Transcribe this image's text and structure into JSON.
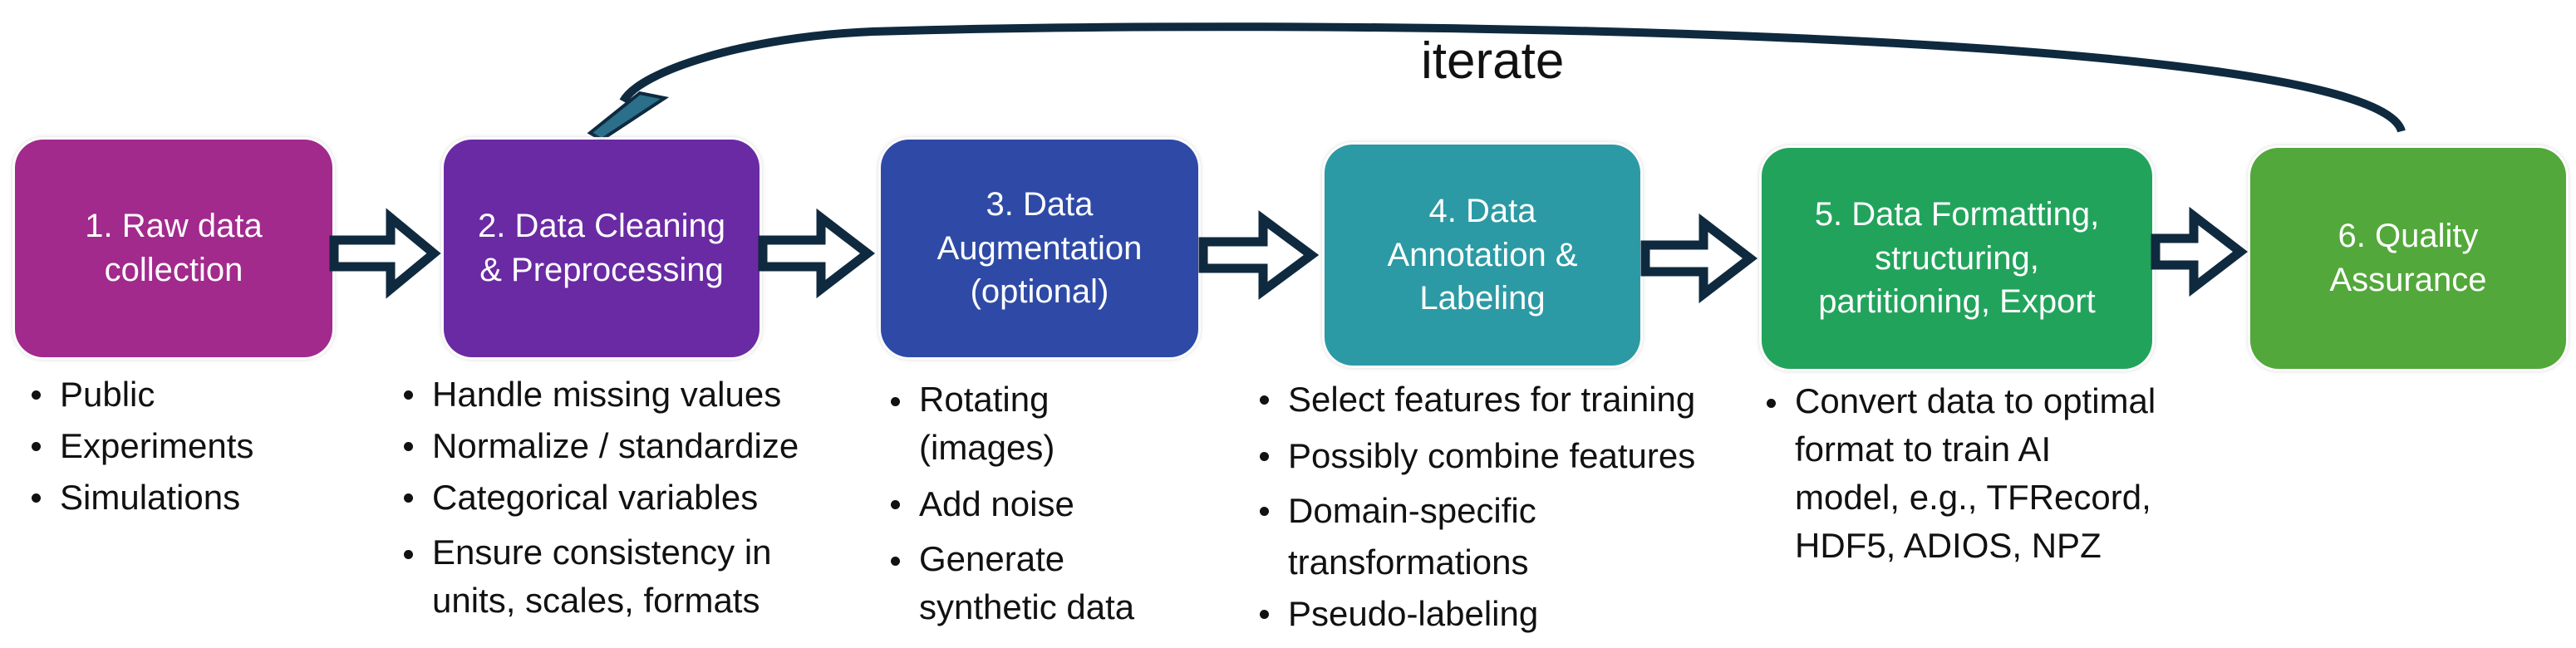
{
  "feedback_label": "iterate",
  "steps": [
    {
      "label": "1. Raw data\ncollection",
      "color": "#a12a8c"
    },
    {
      "label": "2. Data Cleaning\n& Preprocessing",
      "color": "#6a2aa3"
    },
    {
      "label": "3. Data\nAugmentation\n(optional)",
      "color": "#2e4aa6"
    },
    {
      "label": "4. Data\nAnnotation &\nLabeling",
      "color": "#2c9aa4"
    },
    {
      "label": "5. Data Formatting,\nstructuring,\npartitioning, Export",
      "color": "#22a35c"
    },
    {
      "label": "6. Quality\nAssurance",
      "color": "#52a83a"
    }
  ],
  "bullets": [
    [
      "Public",
      "Experiments",
      "Simulations"
    ],
    [
      "Handle missing values",
      "Normalize / standardize",
      "Categorical variables",
      "Ensure consistency in\nunits, scales, formats"
    ],
    [
      "Rotating\n(images)",
      "Add noise",
      "Generate\nsynthetic data"
    ],
    [
      "Select features for training",
      "Possibly combine features",
      "Domain-specific\ntransformations",
      "Pseudo-labeling"
    ],
    [
      "Convert data to optimal\nformat to train AI\nmodel, e.g., TFRecord,\nHDF5, ADIOS, NPZ"
    ]
  ],
  "colors": {
    "arrow_fill": "#ffffff",
    "arrow_stroke": "#0f2a3f",
    "feedback_arrow": "#0f2a3f",
    "text": "#111111"
  }
}
